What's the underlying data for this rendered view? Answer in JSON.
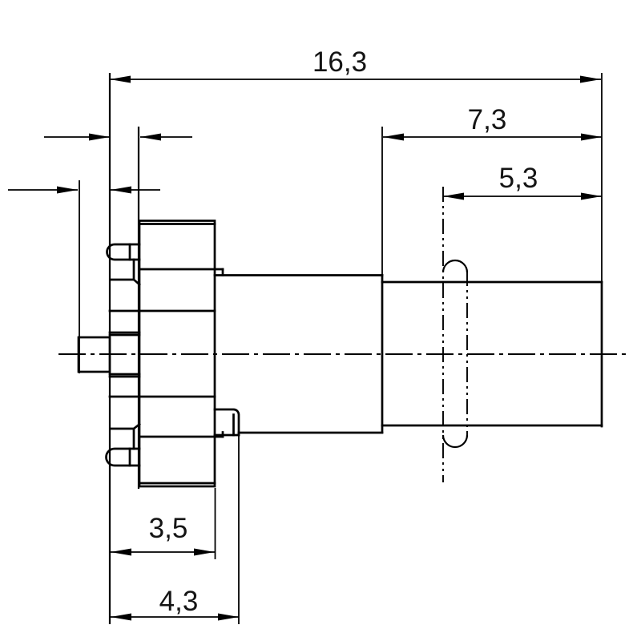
{
  "drawing": {
    "kind": "engineering-dimension-drawing",
    "dimensions": {
      "overall_length": "16,3",
      "front_length": "7,3",
      "sleeve_length": "5,3",
      "body_depth": "3,5",
      "body_depth_total": "4,3"
    },
    "colors": {
      "line": "#000000",
      "text": "#141414",
      "background": "#ffffff"
    }
  }
}
